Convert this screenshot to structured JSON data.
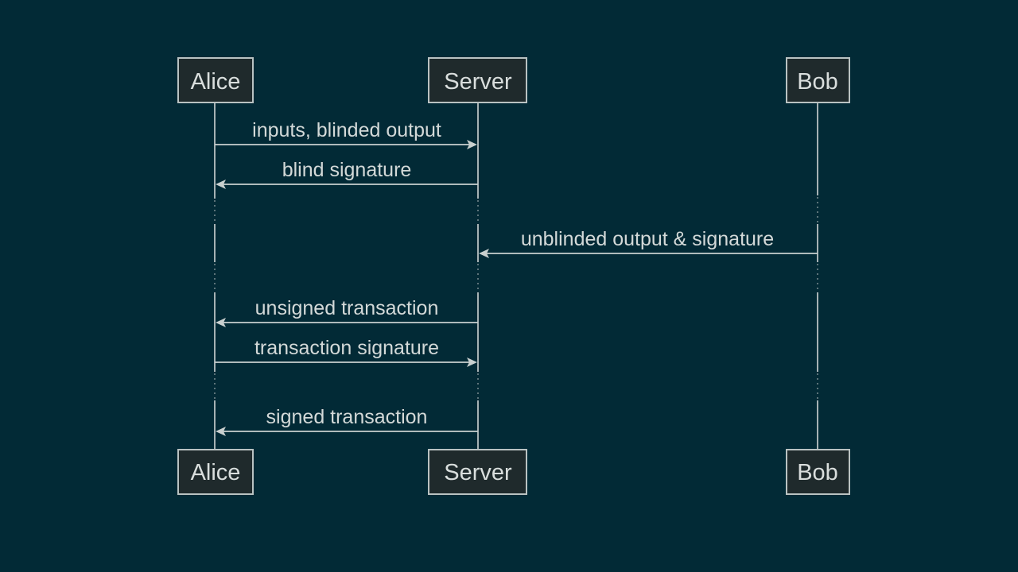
{
  "actors": {
    "alice": {
      "label": "Alice"
    },
    "server": {
      "label": "Server"
    },
    "bob": {
      "label": "Bob"
    }
  },
  "messages": [
    {
      "label": "inputs, blinded output",
      "from": "alice",
      "to": "server"
    },
    {
      "label": "blind signature",
      "from": "server",
      "to": "alice"
    },
    {
      "label": "unblinded output & signature",
      "from": "bob",
      "to": "server"
    },
    {
      "label": "unsigned transaction",
      "from": "server",
      "to": "alice"
    },
    {
      "label": "transaction signature",
      "from": "alice",
      "to": "server"
    },
    {
      "label": "signed transaction",
      "from": "server",
      "to": "alice"
    }
  ],
  "colors": {
    "background": "#022a36",
    "box_fill": "#1f2a2c",
    "line": "#b9c2c2",
    "text": "#d9dedd"
  }
}
